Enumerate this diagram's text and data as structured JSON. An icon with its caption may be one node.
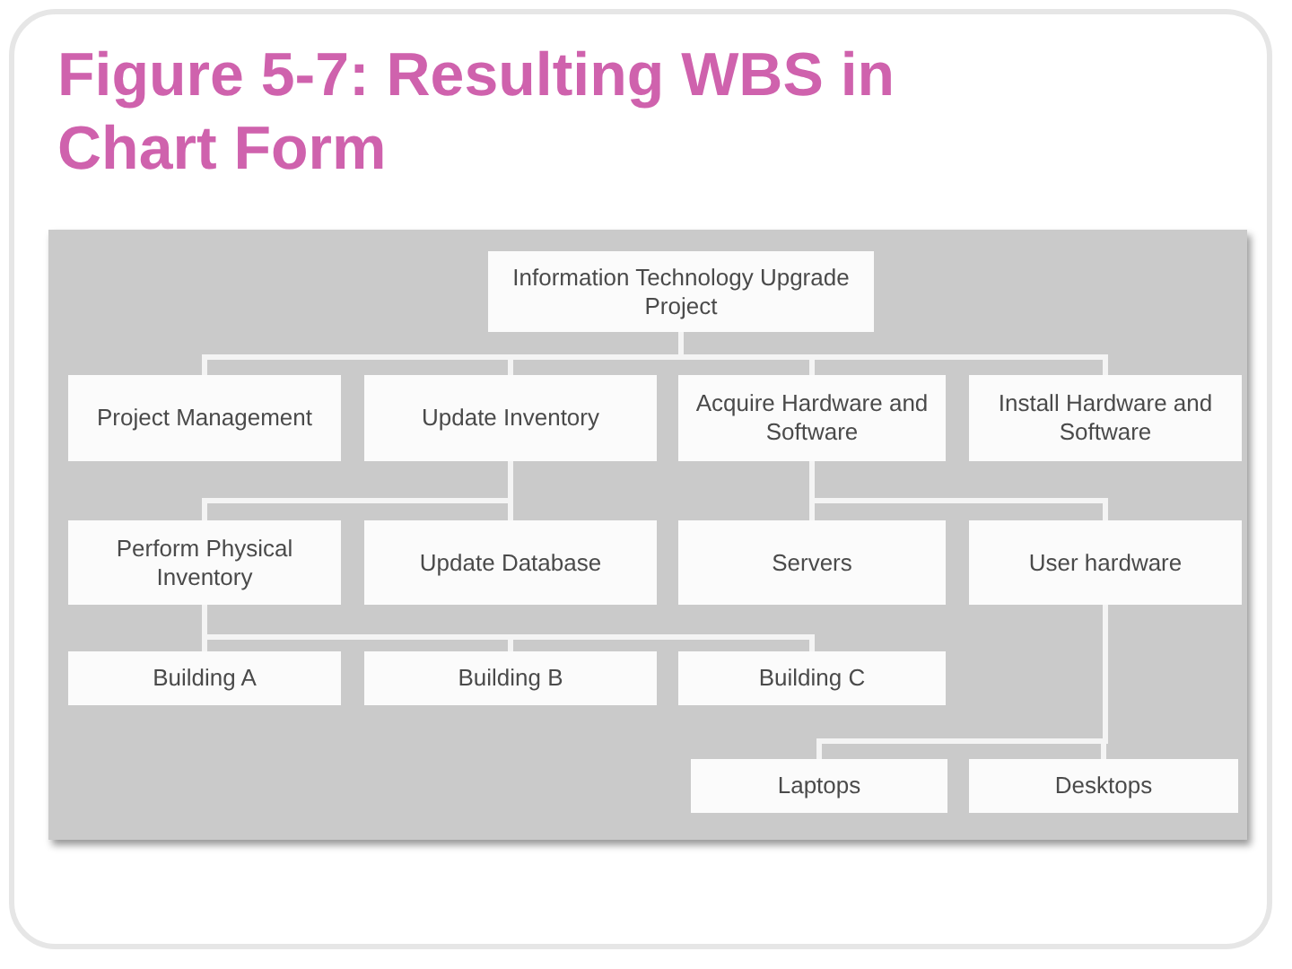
{
  "diagram": {
    "title": "Figure 5-7: Resulting WBS in Chart Form",
    "nodes": [
      {
        "text": [
          "Information Technology Upgrade Project"
        ]
      },
      {
        "text": [
          "Project Management"
        ]
      },
      {
        "text": [
          "Update Inventory"
        ]
      },
      {
        "text": [
          "Acquire Hardware and Software"
        ]
      },
      {
        "text": [
          "Install Hardware and Software"
        ]
      },
      {
        "text": [
          "Perform Physical Inventory"
        ]
      },
      {
        "text": [
          "Update Database"
        ]
      },
      {
        "text": [
          "Servers"
        ]
      },
      {
        "text": [
          "User hardware"
        ]
      },
      {
        "text": [
          "Building A"
        ]
      },
      {
        "text": [
          "Building B"
        ]
      },
      {
        "text": [
          "Building C"
        ]
      },
      {
        "text": [
          "Laptops"
        ]
      },
      {
        "text": [
          "Desktops"
        ]
      }
    ],
    "edges": [
      {
        "from": 0,
        "to": 1,
        "arrow": "none"
      },
      {
        "from": 0,
        "to": 2,
        "arrow": "none"
      },
      {
        "from": 0,
        "to": 3,
        "arrow": "none"
      },
      {
        "from": 0,
        "to": 4,
        "arrow": "none"
      },
      {
        "from": 2,
        "to": 5,
        "arrow": "none"
      },
      {
        "from": 2,
        "to": 6,
        "arrow": "none"
      },
      {
        "from": 3,
        "to": 7,
        "arrow": "none"
      },
      {
        "from": 3,
        "to": 8,
        "arrow": "none"
      },
      {
        "from": 5,
        "to": 9,
        "arrow": "none"
      },
      {
        "from": 5,
        "to": 10,
        "arrow": "none"
      },
      {
        "from": 5,
        "to": 11,
        "arrow": "none"
      },
      {
        "from": 8,
        "to": 12,
        "arrow": "none"
      },
      {
        "from": 8,
        "to": 13,
        "arrow": "none"
      }
    ]
  }
}
